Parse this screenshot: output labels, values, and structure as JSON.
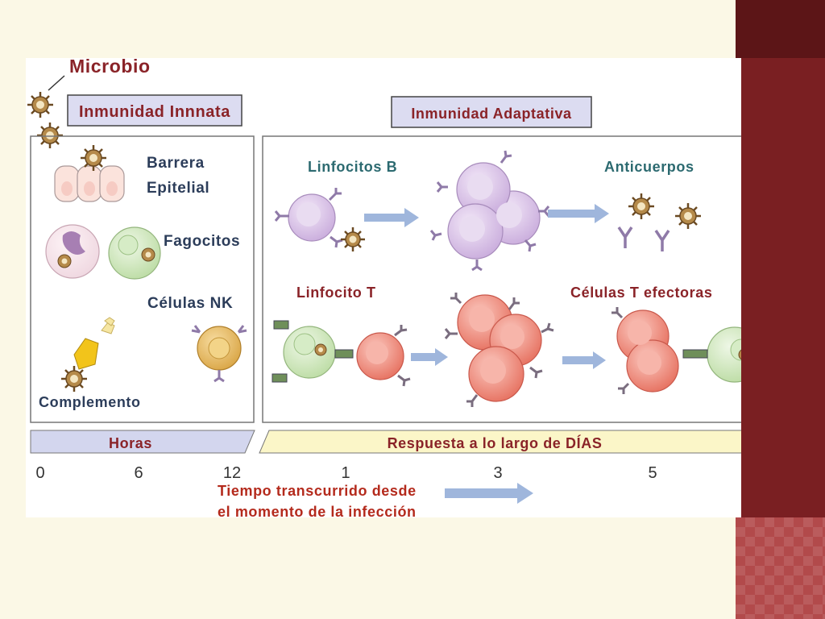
{
  "diagram": {
    "microbe_label": "Microbio",
    "innate": {
      "title": "Inmunidad Innnata",
      "items": {
        "epithelial_barrier_line1": "Barrera",
        "epithelial_barrier_line2": "Epitelial",
        "phagocytes": "Fagocitos",
        "nk_cells": "Células NK",
        "complement": "Complemento"
      }
    },
    "adaptive": {
      "title": "Inmunidad Adaptativa",
      "items": {
        "b_lymphocytes": "Linfocitos B",
        "antibodies": "Anticuerpos",
        "t_lymphocyte": "Linfocito T",
        "effector_t_cells": "Células T efectoras"
      }
    },
    "timeline": {
      "hours_label": "Horas",
      "days_label": "Respuesta a lo largo de DÍAS",
      "hour_ticks": [
        "0",
        "6",
        "12"
      ],
      "day_ticks": [
        "1",
        "3",
        "5"
      ],
      "caption_line1": "Tiempo transcurrido desde",
      "caption_line2": "el momento de la infección"
    },
    "colors": {
      "title_text": "#8a2328",
      "label_text": "#2c3d5a",
      "caption_text": "#b42a1c",
      "arrow": "#9fb6dc",
      "b_cell": "#d6bfe3",
      "t_cell": "#ee8377",
      "phagocyte": "#c9e4b4",
      "nk_cell": "#e6b45a",
      "microbe": "#b58a4a"
    }
  }
}
